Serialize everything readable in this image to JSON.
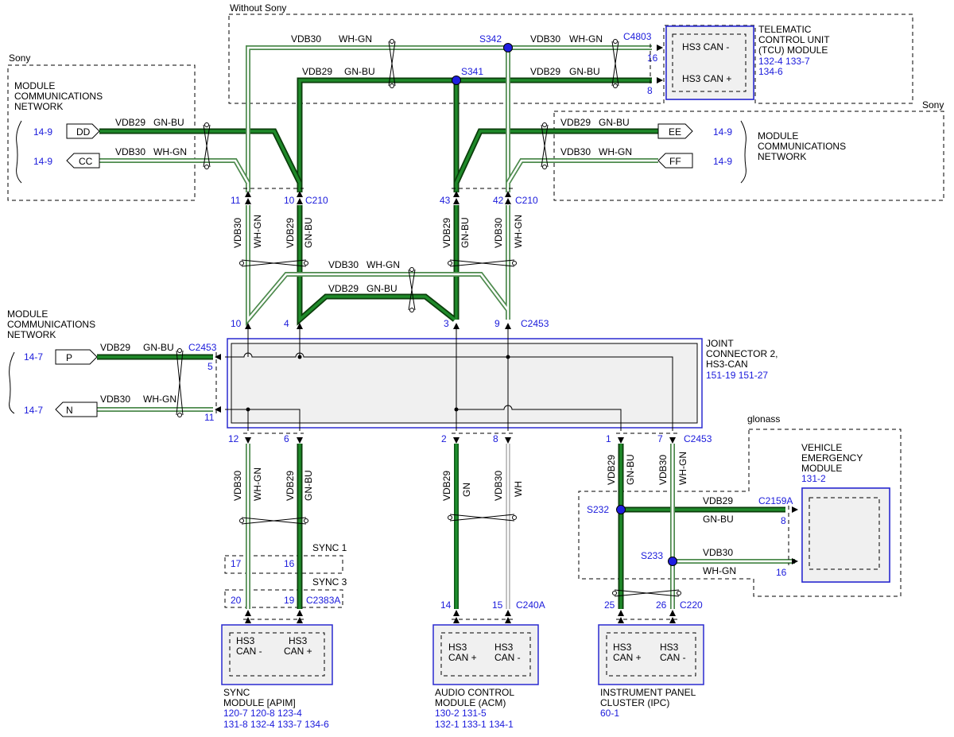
{
  "regions": {
    "without_sony": "Without Sony",
    "sony_left": "Sony",
    "sony_right": "Sony",
    "glonass": "glonass"
  },
  "mcn_left": {
    "l1": "MODULE",
    "l2": "COMMUNICATIONS",
    "l3": "NETWORK",
    "ref1": "14-9",
    "ref2": "14-9",
    "tag1": "DD",
    "tag2": "CC"
  },
  "mcn_right": {
    "l1": "MODULE",
    "l2": "COMMUNICATIONS",
    "l3": "NETWORK",
    "ref1": "14-9",
    "ref2": "14-9",
    "tag1": "EE",
    "tag2": "FF"
  },
  "mcn_mid": {
    "l1": "MODULE",
    "l2": "COMMUNICATIONS",
    "l3": "NETWORK",
    "ref1": "14-7",
    "ref2": "14-7",
    "tag1": "P",
    "tag2": "N"
  },
  "tcu": {
    "l1": "TELEMATIC",
    "l2": "CONTROL UNIT",
    "l3": "(TCU) MODULE",
    "refs1": "132-4  133-7",
    "refs2": "134-6",
    "pin_minus_label": "HS3 CAN -",
    "pin_plus_label": "HS3 CAN +",
    "pin_minus": "16",
    "pin_plus": "8",
    "connector": "C4803"
  },
  "joint": {
    "l1": "JOINT",
    "l2": "CONNECTOR 2,",
    "l3": "HS3-CAN",
    "refs": "151-19  151-27",
    "connector": "C2453"
  },
  "vem": {
    "l1": "VEHICLE",
    "l2": "EMERGENCY",
    "l3": "MODULE",
    "ref": "131-2",
    "connector": "C2159A",
    "pin_bu": "8",
    "pin_gn": "16"
  },
  "sync": {
    "l1": "SYNC",
    "l2": "MODULE [APIM]",
    "refs1": "120-7  120-8  123-4",
    "refs2": "131-8  132-4  133-7  134-6",
    "pin_a": "HS3",
    "pin_a2": "CAN -",
    "pin_b": "HS3",
    "pin_b2": "CAN +",
    "sync1": "SYNC 1",
    "sync3": "SYNC 3",
    "s1_a": "17",
    "s1_b": "16",
    "s3_a": "20",
    "s3_b": "19",
    "connector": "C2383A"
  },
  "acm": {
    "l1": "AUDIO CONTROL",
    "l2": "MODULE (ACM)",
    "refs1": "130-2  131-5",
    "refs2": "132-1  133-1  134-1",
    "pin_a": "HS3",
    "pin_a2": "CAN +",
    "pin_b": "HS3",
    "pin_b2": "CAN -",
    "p_a": "14",
    "p_b": "15",
    "connector": "C240A"
  },
  "ipc": {
    "l1": "INSTRUMENT PANEL",
    "l2": "CLUSTER (IPC)",
    "refs1": "60-1",
    "pin_a": "HS3",
    "pin_a2": "CAN +",
    "pin_b": "HS3",
    "pin_b2": "CAN -",
    "p_a": "25",
    "p_b": "26",
    "connector": "C220"
  },
  "splices": {
    "s342": "S342",
    "s341": "S341",
    "s232": "S232",
    "s233": "S233"
  },
  "c210": {
    "connector": "C210",
    "p11": "11",
    "p10": "10",
    "p43": "43",
    "p42": "42"
  },
  "c2453": {
    "connector": "C2453",
    "p10": "10",
    "p4": "4",
    "p3": "3",
    "p9": "9",
    "p5": "5",
    "p11": "11",
    "p12": "12",
    "p6": "6",
    "p2": "2",
    "p8": "8",
    "p1": "1",
    "p7": "7"
  },
  "circuits": {
    "vdb29": "VDB29",
    "vdb30": "VDB30",
    "gnbu": "GN-BU",
    "whgn": "WH-GN",
    "gn": "GN",
    "wh": "WH"
  }
}
